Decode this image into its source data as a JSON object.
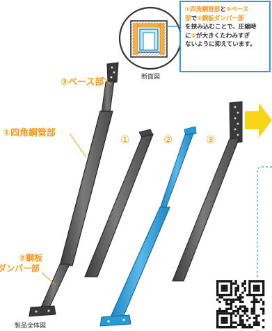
{
  "labels": {
    "base": "③ベース部",
    "pipe": "①四角鋼管部",
    "damper_line1": "②鋼板",
    "damper_line2": "ダンパー部",
    "overall": "製品全体図",
    "section": "断面図",
    "num1": "①",
    "num2": "②",
    "num3": "③"
  },
  "infobox": {
    "line1": [
      {
        "t": "①四角鋼管部",
        "c": "o"
      },
      {
        "t": "と",
        "c": ""
      },
      {
        "t": "③ベース",
        "c": "o"
      }
    ],
    "line2": [
      {
        "t": "部",
        "c": "o"
      },
      {
        "t": "で",
        "c": ""
      },
      {
        "t": "②鋼板ダンパー部",
        "c": "o"
      }
    ],
    "line3": [
      {
        "t": "を挟み込むことで、圧縮時",
        "c": ""
      }
    ],
    "line4": [
      {
        "t": "に",
        "c": ""
      },
      {
        "t": "②",
        "c": "o"
      },
      {
        "t": "が大きくたわみすぎ",
        "c": ""
      }
    ],
    "line5": [
      {
        "t": "ないように抑えています。",
        "c": ""
      }
    ]
  },
  "colors": {
    "accent_orange": "#f39a1e",
    "steel_gray": "#555555",
    "damper_blue": "#2a9ad6",
    "info_border": "#2f9ad6",
    "arrow_yellow": "#f7d417"
  },
  "icons": [
    "qr-code-icon",
    "right-arrow-icon",
    "cross-section-icon"
  ]
}
